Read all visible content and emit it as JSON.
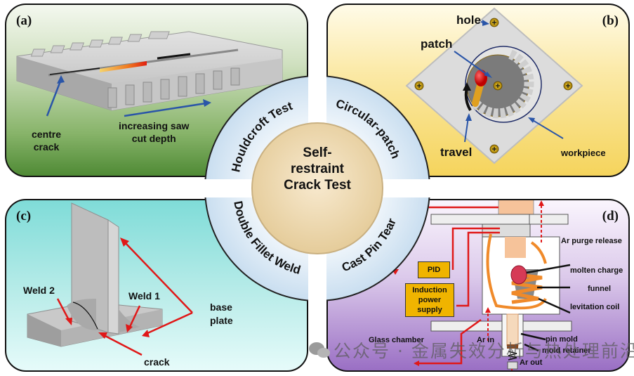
{
  "center": {
    "title_lines": [
      "Self-",
      "restraint",
      "Crack Test"
    ]
  },
  "quadrant_labels": {
    "top_left": "Houldcroft Test",
    "top_right": "Circular-patch",
    "bottom_left": "Double Fillet Weld",
    "bottom_right": "Cast Pin Tear"
  },
  "panel_a": {
    "label": "(a)",
    "annotations": {
      "centre_crack_line1": "centre",
      "centre_crack_line2": "crack",
      "saw_line1": "increasing saw",
      "saw_line2": "cut depth"
    }
  },
  "panel_b": {
    "label": "(b)",
    "annotations": {
      "hole": "hole",
      "patch": "patch",
      "travel": "travel",
      "workpiece": "workpiece"
    }
  },
  "panel_c": {
    "label": "(c)",
    "annotations": {
      "weld2": "Weld 2",
      "weld1": "Weld 1",
      "base_line1": "base",
      "base_line2": "plate",
      "crack": "crack"
    }
  },
  "panel_d": {
    "label": "(d)",
    "boxes": {
      "pid": "PID",
      "power_line1": "Induction",
      "power_line2": "power",
      "power_line3": "supply"
    },
    "annotations": {
      "ar_purge": "Ar purge release",
      "molten": "molten charge",
      "funnel": "funnel",
      "coil": "levitation coil",
      "glass": "Glass chamber",
      "ar_in": "Ar in",
      "pin_mold": "pin mold",
      "mold_retainer": "mold retainer",
      "ar_out": "Ar out"
    }
  },
  "watermark": "公众号 · 金属失效分析与热处理前沿",
  "colors": {
    "arrow_blue": "#2a55a8",
    "arrow_red": "#e01818",
    "box_orange": "#f0b400",
    "coil_orange": "#f08a2a"
  }
}
